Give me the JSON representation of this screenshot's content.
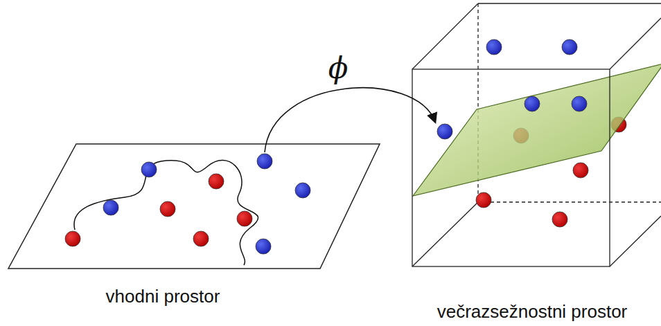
{
  "diagram": {
    "labels": [
      "ϕ",
      "vhodni prostor",
      "večrazsežnostni prostor"
    ]
  }
}
